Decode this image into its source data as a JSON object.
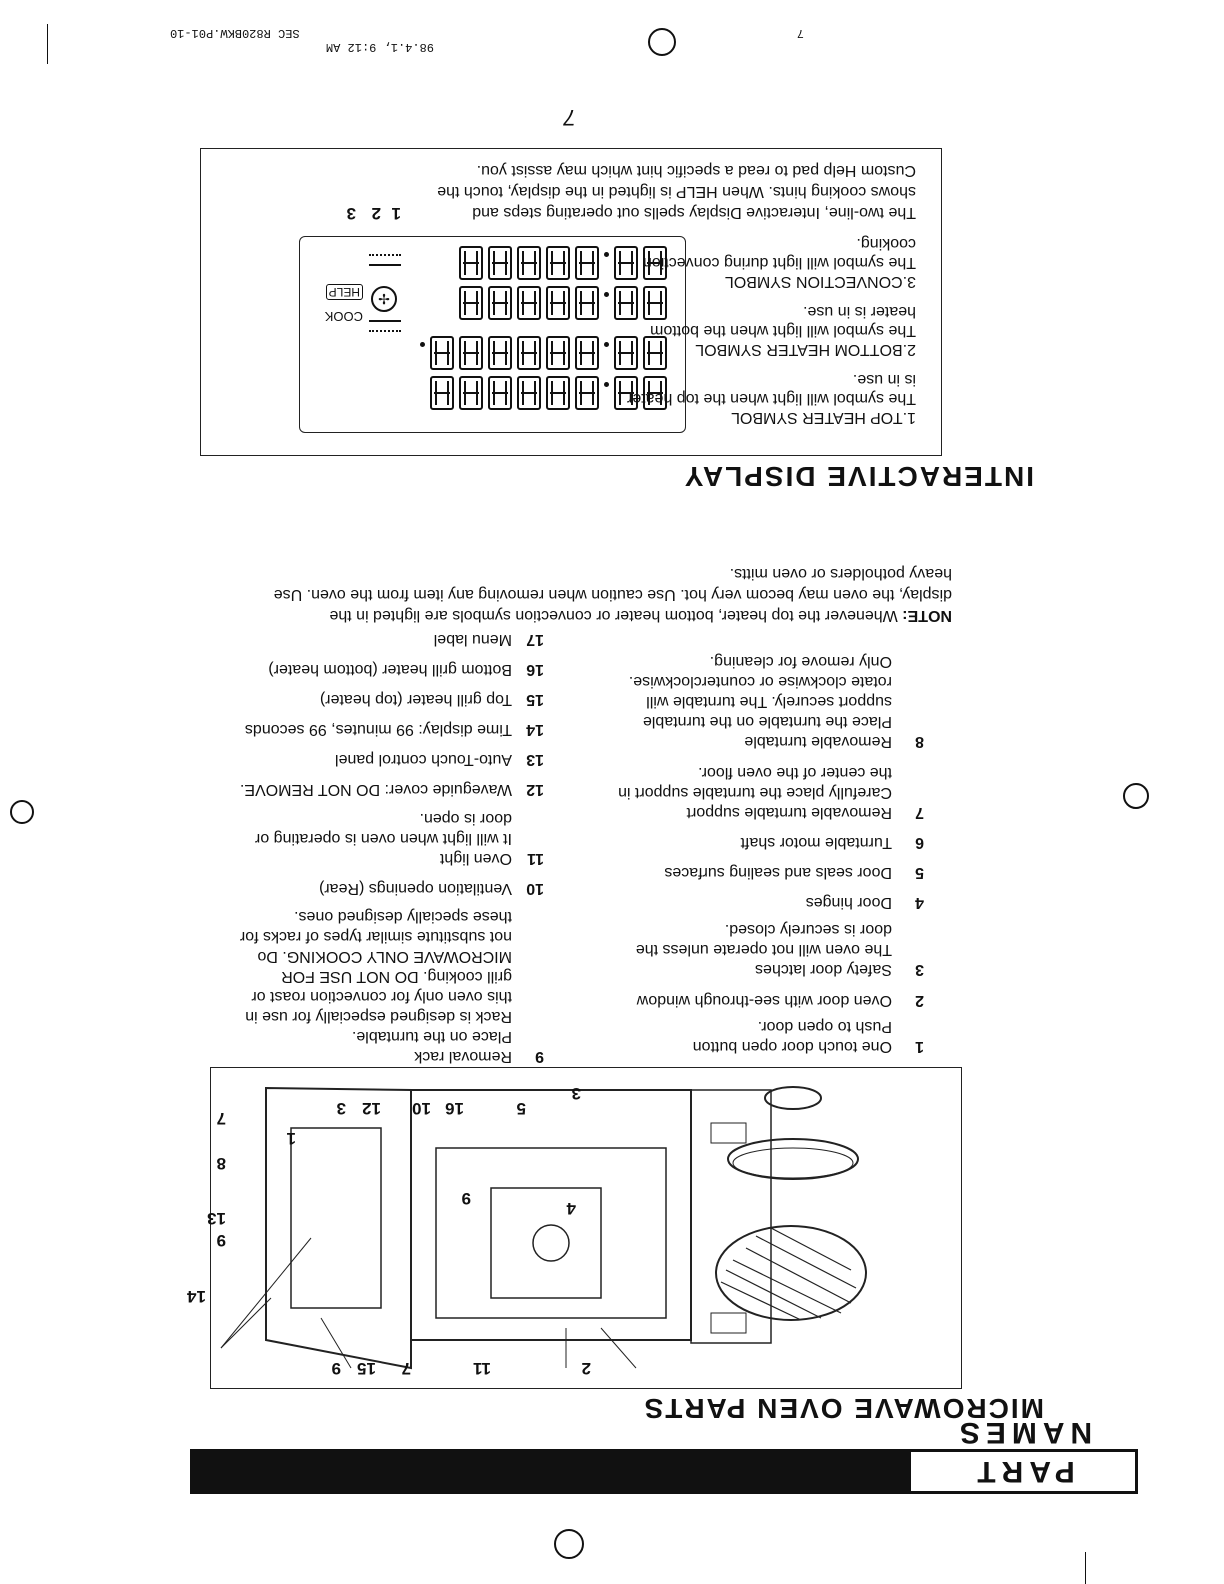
{
  "header": {
    "file_name": "SEC R820BKW.P01-10",
    "page_marker": "7",
    "timestamp": "98.4.1, 9:12 AM"
  },
  "banner": {
    "label": "PART NAMES"
  },
  "microwave_parts": {
    "title": "MICROWAVE OVEN PARTS",
    "figure_callouts": [
      "3",
      "5",
      "16",
      "10",
      "12",
      "3",
      "1",
      "7",
      "8",
      "4",
      "9",
      "13",
      "9",
      "14",
      "2",
      "11",
      "7",
      "15",
      "9"
    ],
    "left_column": [
      {
        "num": "1",
        "label": "One touch door open button",
        "desc": "Push to open door."
      },
      {
        "num": "2",
        "label": "Oven door with see-through window",
        "desc": ""
      },
      {
        "num": "3",
        "label": "Safety door latches",
        "desc": "The oven will not operate unless the\ndoor is  securely closed."
      },
      {
        "num": "4",
        "label": "Door hinges",
        "desc": ""
      },
      {
        "num": "5",
        "label": "Door seals and sealing surfaces",
        "desc": ""
      },
      {
        "num": "6",
        "label": "Turntable motor shaft",
        "desc": ""
      },
      {
        "num": "7",
        "label": "Removable turntable support",
        "desc": "Carefully place the turntable support in\nthe center of the oven floor."
      },
      {
        "num": "8",
        "label": "Removable turntable",
        "desc": "Place the turntable on the turntable\nsupport securely. The turntable will\nrotate clockwise or counterclockwise.\nOnly remove for cleaning."
      }
    ],
    "right_column": [
      {
        "num": "9",
        "label": "Removal rack",
        "desc": "Place on the turntable.\nRack is designed especially for use in\nthis oven only for convection roast or\ngrill cooking. DO NOT USE FOR\nMICROWAVE ONLY COOKING. Do\nnot substitute similar types of racks for\nthese specially designed ones."
      },
      {
        "num": "10",
        "label": "Ventilation openings (Rear)",
        "desc": ""
      },
      {
        "num": "11",
        "label": "Oven light",
        "desc": "It will light when oven is operating or\ndoor is open."
      },
      {
        "num": "12",
        "label": "Waveguide cover: DO NOT REMOVE.",
        "desc": ""
      },
      {
        "num": "13",
        "label": "Auto-Touch control panel",
        "desc": ""
      },
      {
        "num": "14",
        "label": "Time display: 99 minutes, 99 seconds",
        "desc": ""
      },
      {
        "num": "15",
        "label": "Top grill heater (top heater)",
        "desc": ""
      },
      {
        "num": "16",
        "label": "Bottom grill heater (bottom heater)",
        "desc": ""
      },
      {
        "num": "17",
        "label": "Menu label",
        "desc": ""
      }
    ],
    "note_label": "NOTE:",
    "note_lines": [
      "Whenever the top heater, bottom heater or convection symbols are lighted in the",
      "display, the oven may becom very hot. Use caution when removing any item from the oven. Use",
      "heavy potholders or oven mitts."
    ]
  },
  "interactive_display": {
    "title": "INTERACTIVE DISPLAY",
    "lcd_labels": {
      "cook": "COOK",
      "help": "HELP"
    },
    "symbol_callouts": [
      "1",
      "2",
      "3"
    ],
    "symbols": [
      {
        "heading": "1.TOP HEATER SYMBOL",
        "desc": "The symbol will light when the top heater\nis in use."
      },
      {
        "heading": "2.BOTTOM HEATER SYMBOL",
        "desc": "The symbol will light when the bottom\nheater is in use."
      },
      {
        "heading": "3.CONVECTION SYMBOL",
        "desc": "The symbol will light during convection\ncooking."
      }
    ],
    "description_lines": [
      "The two-line, Interactive Display spells out operating steps and",
      "shows cooking hints. When HELP is lighted in the display, touch the",
      "Custom Help pad to read a specific hint which may assist you."
    ]
  },
  "page_number": "7"
}
